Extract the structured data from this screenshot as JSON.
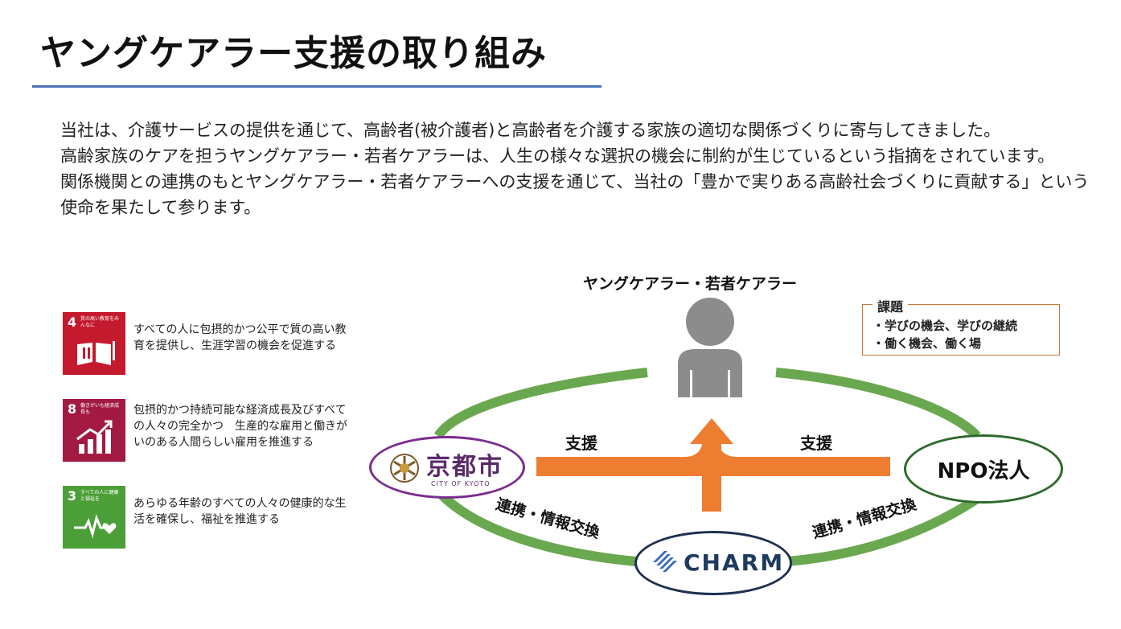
{
  "title": "ヤングケアラー支援の取り組み",
  "intro": [
    "当社は、介護サービスの提供を通じて、高齢者(被介護者)と高齢者を介護する家族の適切な関係づくりに寄与してきました。",
    "高齢家族のケアを担うヤングケアラー・若者ケアラーは、人生の様々な選択の機会に制約が生じているという指摘をされています。",
    "関係機関との連携のもとヤングケアラー・若者ケアラーへの支援を通じて、当社の「豊かで実りある高齢社会づくりに貢献する」という使命を果たして参ります。"
  ],
  "sdgs": [
    {
      "number": "4",
      "tile_label": "質の高い教育をみんなに",
      "color": "#c5192d",
      "icon": "education-icon",
      "text": "すべての人に包摂的かつ公平で質の高い教育を提供し、生涯学習の機会を促進する"
    },
    {
      "number": "8",
      "tile_label": "働きがいも経済成長も",
      "color": "#a21942",
      "icon": "growth-chart-icon",
      "text": "包摂的かつ持続可能な経済成長及びすべての人々の完全かつ　生産的な雇用と働きがいのある人間らしい雇用を推進する"
    },
    {
      "number": "3",
      "tile_label": "すべての人に健康と福祉を",
      "color": "#4c9f38",
      "icon": "heartbeat-icon",
      "text": "あらゆる年齢のすべての人々の健康的な生活を確保し、福祉を推進する"
    }
  ],
  "diagram": {
    "center_title": "ヤングケアラー・若者ケアラー",
    "issues_title": "課題",
    "issues": [
      "・学びの機会、学びの継続",
      "・働く機会、働く場"
    ],
    "support_left": "支援",
    "support_right": "支援",
    "link_left": "連携・情報交換",
    "link_right": "連携・情報交換",
    "kyoto_name": "京都市",
    "kyoto_en": "CITY OF KYOTO",
    "npo_name": "NPO法人",
    "charm_name": "CHARM",
    "colors": {
      "ring": "#6aa84f",
      "arrow": "#ed7d31",
      "person": "#8c8c8c",
      "kyoto": "#7b2d8e",
      "npo": "#2f6a2c",
      "charm": "#1e3050"
    }
  }
}
